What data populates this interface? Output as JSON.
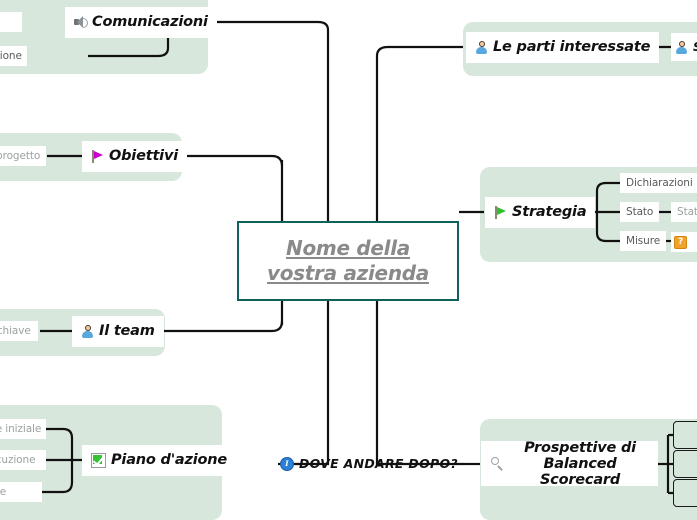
{
  "document": {
    "type": "mind-map",
    "root": {
      "line1": "Nome della",
      "line2": "vostra azienda"
    }
  },
  "colors": {
    "panel_green": "#d8e7dc",
    "root_border": "#11605c",
    "root_text": "#8a8a8a",
    "connector": "#111111",
    "node_bg": "#ffffff",
    "sub_text": "#5a5a5a"
  },
  "branches": {
    "comunicazioni": {
      "label": "Comunicazioni",
      "icon": "sound-icon",
      "children": [
        {
          "label": "",
          "dim": false
        },
        {
          "label": "azione",
          "dim": false
        }
      ]
    },
    "parti_interessate": {
      "label": "Le parti interessate",
      "icon": "person-icon",
      "children": [
        {
          "label": "S",
          "icon": "person-icon"
        }
      ]
    },
    "obiettivi": {
      "label": "Obiettivi",
      "icon": "flag-magenta-icon",
      "children": [
        {
          "label": "l progetto",
          "dim": true
        }
      ]
    },
    "il_team": {
      "label": "Il team",
      "icon": "person-icon",
      "children": [
        {
          "label": "li chiave",
          "dim": true
        }
      ]
    },
    "strategia": {
      "label": "Strategia",
      "icon": "flag-green-icon",
      "children": [
        {
          "label": "Dichiarazioni",
          "child": {
            "label": ""
          }
        },
        {
          "label": "Stato",
          "child": {
            "label": "Stat",
            "dim": true
          }
        },
        {
          "label": "Misure",
          "child": {
            "label": "",
            "icon": "orange-badge-icon"
          }
        }
      ]
    },
    "piano_azione": {
      "label": "Piano d'azione",
      "icon": "check-icon",
      "children": [
        {
          "label": "ase iniziale",
          "dim": true
        },
        {
          "label": "secuzione",
          "dim": true
        },
        {
          "label": "ione",
          "dim": true
        }
      ]
    },
    "dove_andare_dopo": {
      "label": "DOVE ANDARE DOPO?",
      "icon": "info-icon"
    },
    "balanced_scorecard": {
      "line1": "Prospettive di",
      "line2": "Balanced Scorecard",
      "icon": "search-icon",
      "children": [
        {
          "label": ""
        },
        {
          "label": ""
        },
        {
          "label": ""
        }
      ]
    }
  }
}
